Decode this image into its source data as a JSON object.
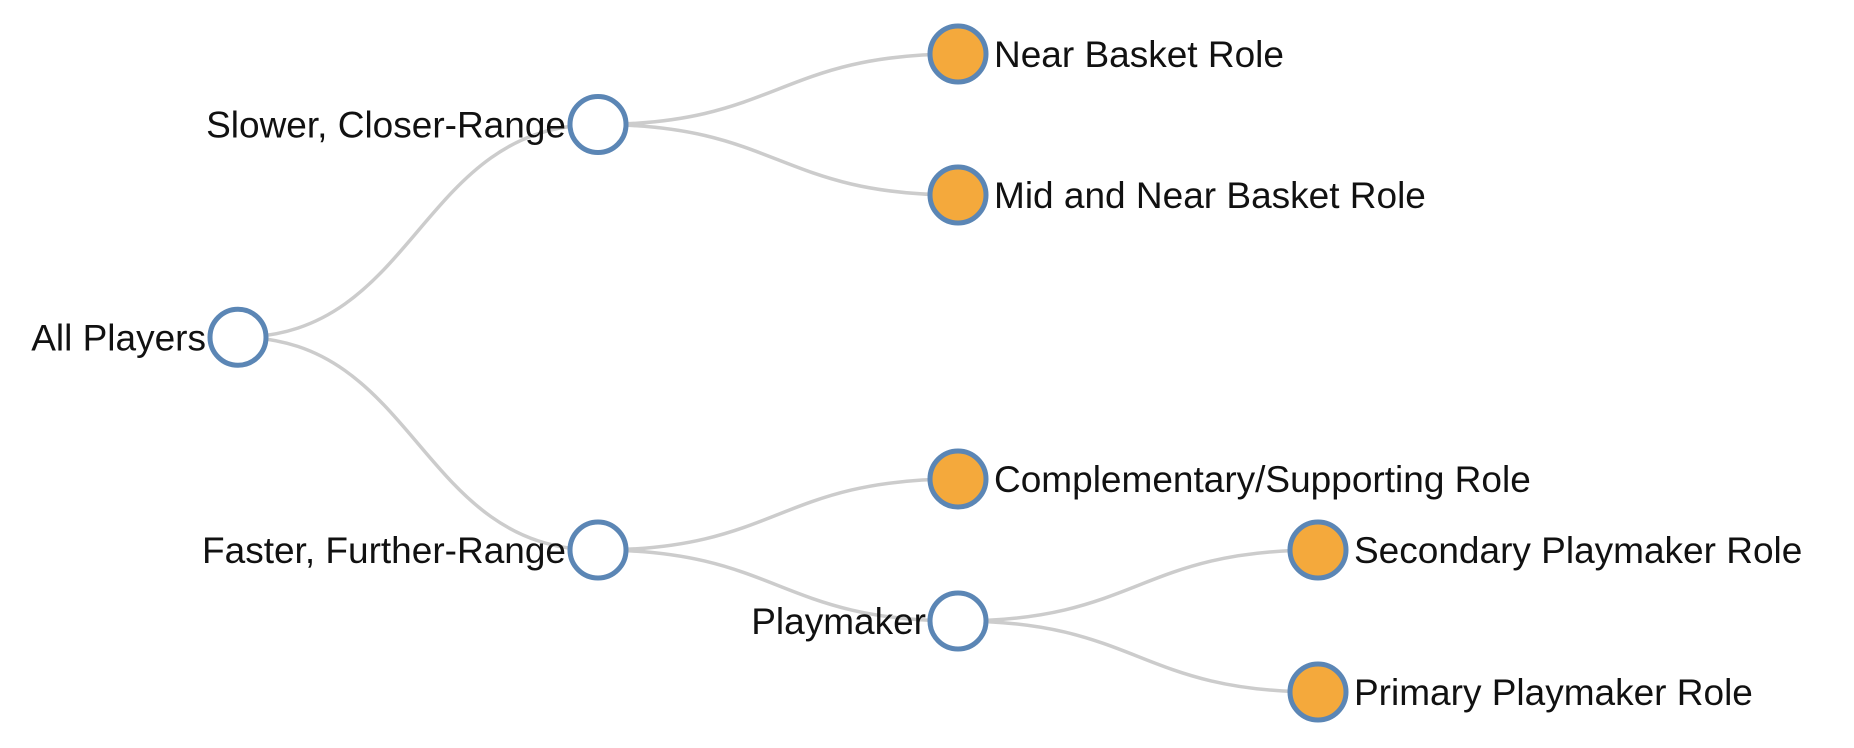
{
  "colors": {
    "link": "#cccccc",
    "node_stroke": "#5b86b5",
    "internal_fill": "#ffffff",
    "leaf_fill": "#f4a93c",
    "label": "#111111"
  },
  "tree": {
    "name": "All Players",
    "children": [
      {
        "name": "Slower, Closer-Range",
        "children": [
          {
            "name": "Near Basket Role"
          },
          {
            "name": "Mid and Near Basket Role"
          }
        ]
      },
      {
        "name": "Faster, Further-Range",
        "children": [
          {
            "name": "Complementary/Supporting Role"
          },
          {
            "name": "Playmaker",
            "children": [
              {
                "name": "Secondary Playmaker Role"
              },
              {
                "name": "Primary Playmaker Role"
              }
            ]
          }
        ]
      }
    ]
  }
}
